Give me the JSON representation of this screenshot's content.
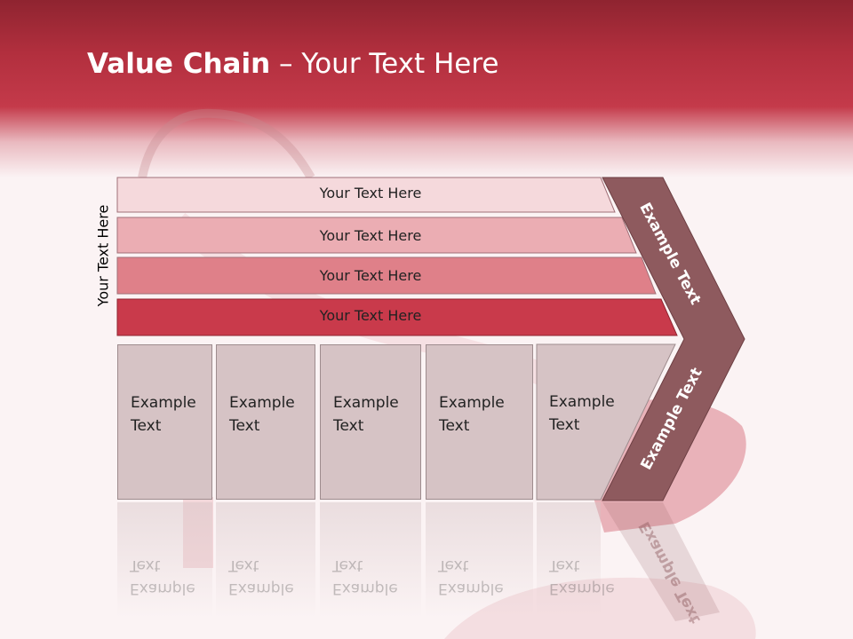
{
  "slide": {
    "title_bold": "Value Chain",
    "title_rest": " – Your Text Here",
    "vertical_label": "Your Text Here"
  },
  "bars": [
    {
      "label": "Your Text Here",
      "color": "#f5d9dc"
    },
    {
      "label": "Your Text Here",
      "color": "#ebadb3"
    },
    {
      "label": "Your Text Here",
      "color": "#df8089"
    },
    {
      "label": "Your Text Here",
      "color": "#c93a4b"
    }
  ],
  "boxes": [
    {
      "line1": "Example",
      "line2": "Text"
    },
    {
      "line1": "Example",
      "line2": "Text"
    },
    {
      "line1": "Example",
      "line2": "Text"
    },
    {
      "line1": "Example",
      "line2": "Text"
    },
    {
      "line1": "Example",
      "line2": "Text"
    }
  ],
  "chevron": {
    "upper_label": "Example Text",
    "lower_label": "Example Text",
    "color": "#8e5a5e"
  },
  "colors": {
    "header": "#c43a4a",
    "box_fill": "#d6c3c5"
  }
}
